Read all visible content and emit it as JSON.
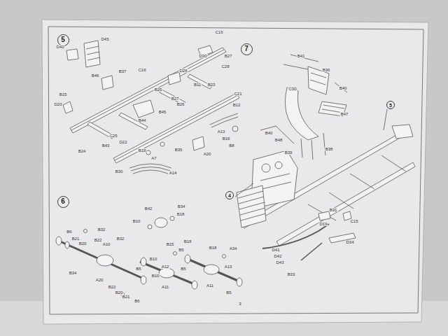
{
  "diagram": {
    "nodes": [
      {
        "text": [
          "5"
        ]
      },
      {
        "text": [
          "7"
        ]
      },
      {
        "text": [
          "5"
        ]
      },
      {
        "text": [
          "6"
        ]
      },
      {
        "text": [
          "4"
        ]
      }
    ],
    "labels": [
      "D45",
      "D40",
      "C16",
      "D30",
      "B27",
      "C28",
      "B37",
      "C16",
      "B46",
      "D26",
      "B11",
      "B23",
      "B25",
      "B15",
      "B27",
      "B26",
      "C21",
      "D20",
      "B45",
      "B44",
      "B12",
      "C25",
      "D22",
      "B43",
      "B24",
      "B19",
      "A7",
      "B35",
      "A13",
      "B16",
      "B8",
      "A20",
      "B30",
      "A14",
      "B41",
      "B36",
      "C30",
      "B40",
      "B47",
      "B40",
      "B48",
      "B39",
      "B38",
      "B31",
      "D19",
      "C15",
      "D34",
      "D41",
      "D42",
      "D43",
      "B33",
      "B42",
      "B34",
      "B10",
      "B18",
      "B32",
      "B6",
      "B21",
      "B20",
      "B22",
      "A10",
      "B32",
      "B15",
      "B18",
      "B5",
      "B18",
      "A34",
      "B34",
      "A20",
      "B10",
      "A12",
      "B5",
      "B10",
      "A11",
      "B5",
      "A13",
      "B22",
      "B20",
      "B21",
      "B6",
      "A11",
      "B5",
      "3"
    ]
  }
}
